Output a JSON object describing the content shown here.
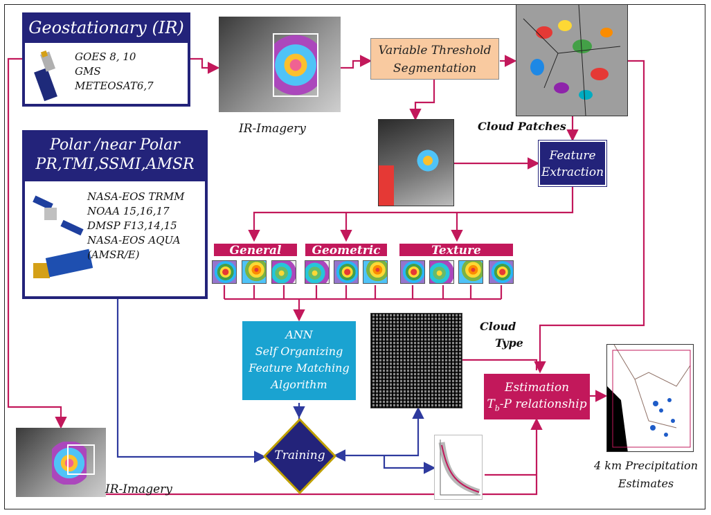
{
  "geostationary": {
    "title": "Geostationary (IR)",
    "satellites": [
      "GOES 8, 10",
      "GMS",
      "METEOSAT6,7"
    ]
  },
  "polar": {
    "title_line1": "Polar /near Polar",
    "title_line2": "PR,TMI,SSMI,AMSR",
    "satellites": [
      "NASA-EOS TRMM",
      "NOAA 15,16,17",
      "DMSP F13,14,15",
      "NASA-EOS AQUA",
      "(AMSR/E)"
    ]
  },
  "labels": {
    "ir_imagery_top": "IR-Imagery",
    "ir_imagery_bottom": "IR-Imagery",
    "cloud_patches": "Cloud Patches",
    "cloud_type_line1": "Cloud",
    "cloud_type_line2": "Type",
    "precip_line1": "4 km Precipitation",
    "precip_line2": "Estimates"
  },
  "steps": {
    "segmentation_line1": "Variable Threshold",
    "segmentation_line2": "Segmentation",
    "feature_line1": "Feature",
    "feature_line2": "Extraction",
    "ann_line1": "ANN",
    "ann_line2": "Self Organizing",
    "ann_line3": "Feature Matching",
    "ann_line4": "Algorithm",
    "training": "Training",
    "estimation_line1": "Estimation",
    "estimation_line2": "T",
    "estimation_sub": "b",
    "estimation_line2b": "-P relationship"
  },
  "categories": [
    "General",
    "Geometric",
    "Texture"
  ],
  "colors": {
    "navy": "#23237a",
    "magenta": "#c2185b",
    "peach": "#f9caa0",
    "cyan": "#1aa3d1",
    "wire_pink": "#c2185b",
    "wire_blue": "#2e3a9e"
  }
}
